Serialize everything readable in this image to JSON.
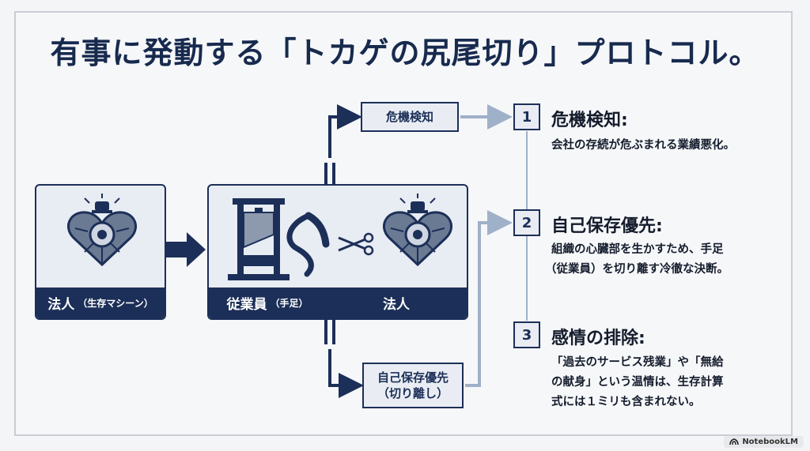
{
  "title": "有事に発動する「トカゲの尻尾切り」プロトコル。",
  "left_panel": {
    "label": "法人",
    "sub": "（生存マシーン）"
  },
  "middle_panel": {
    "left_label": "従業員",
    "left_sub": "（手足）",
    "right_label": "法人"
  },
  "boxes": {
    "top": "危機検知",
    "bottom_line1": "自己保存優先",
    "bottom_line2": "（切り離し）"
  },
  "steps": [
    {
      "num": "1",
      "heading": "危機検知:",
      "lines": [
        "会社の存続が危ぶまれる業績悪化。"
      ]
    },
    {
      "num": "2",
      "heading": "自己保存優先:",
      "lines": [
        "組織の心臓部を生かすため、手足",
        "（従業員）を切り離す冷徹な決断。"
      ]
    },
    {
      "num": "3",
      "heading": "感情の排除:",
      "lines": [
        "「過去のサービス残業」や「無給",
        "の献身」という温情は、生存計算",
        "式には１ミリも含まれない。"
      ]
    }
  ],
  "badge": "NotebookLM",
  "icons": [
    "heart-machine-icon",
    "siren-icon",
    "guillotine-icon",
    "lizard-tail-icon",
    "scissors-icon",
    "arrow-icon",
    "notebooklm-icon"
  ],
  "colors": {
    "navy": "#1c2f58",
    "steel": "#9fb1c8",
    "panel_bg": "#e8ecf3"
  }
}
